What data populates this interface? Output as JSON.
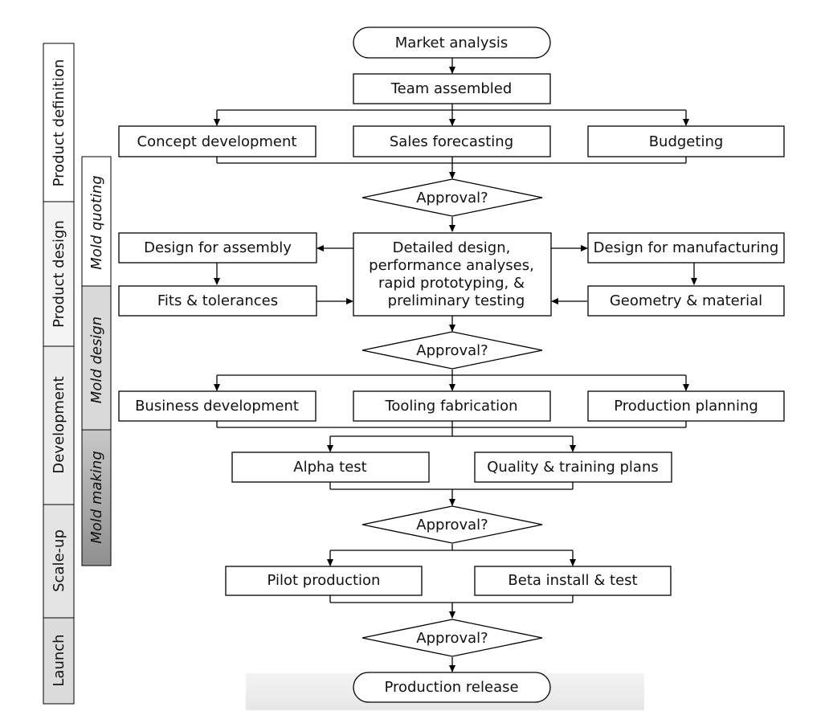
{
  "phases": [
    "Product definition",
    "Product design",
    "Development",
    "Scale-up",
    "Launch"
  ],
  "mold_phases": [
    "Mold quoting",
    "Mold design",
    "Mold making"
  ],
  "colors": {
    "phase_gradient": [
      "#ffffff",
      "#f3f3f3",
      "#e9e9e9",
      "#e1e1e1",
      "#d8d8d8"
    ],
    "mold_gradient": [
      "#ffffff",
      "#d9d9d9",
      "#9e9e9e"
    ]
  },
  "nodes": {
    "market_analysis": "Market analysis",
    "team_assembled": "Team assembled",
    "concept_development": "Concept development",
    "sales_forecasting": "Sales forecasting",
    "budgeting": "Budgeting",
    "approval_1": "Approval?",
    "design_for_assembly": "Design for assembly",
    "detailed_design_lines": [
      "Detailed design,",
      "performance analyses,",
      "rapid prototyping, &",
      "preliminary testing"
    ],
    "design_for_manufacturing": "Design for manufacturing",
    "fits_tolerances": "Fits & tolerances",
    "geometry_material": "Geometry & material",
    "approval_2": "Approval?",
    "business_development": "Business development",
    "tooling_fabrication": "Tooling fabrication",
    "production_planning": "Production planning",
    "alpha_test": "Alpha test",
    "quality_training": "Quality & training plans",
    "approval_3": "Approval?",
    "pilot_production": "Pilot production",
    "beta_install": "Beta install & test",
    "approval_4": "Approval?",
    "production_release": "Production release"
  }
}
